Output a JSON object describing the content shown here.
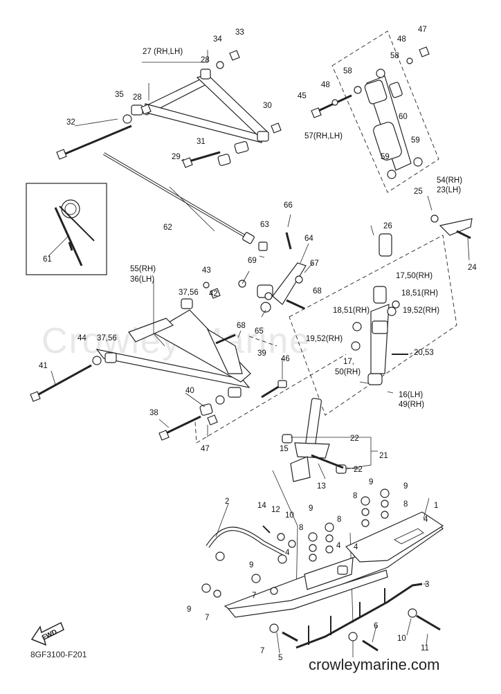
{
  "diagram": {
    "code": "8GF3100-F201",
    "website": "crowleymarine.com",
    "watermark": "Crowley Marine",
    "fwd_label": "FWD",
    "labels": {
      "l1": "1",
      "l2": "2",
      "l3": "3",
      "l4a": "4",
      "l4b": "4",
      "l4c": "4",
      "l4d": "4",
      "l5": "5",
      "l6": "6",
      "l7a": "7",
      "l7b": "7",
      "l7c": "7",
      "l8a": "8",
      "l8b": "8",
      "l8c": "8",
      "l8d": "8",
      "l9a": "9",
      "l9b": "9",
      "l9c": "9",
      "l9d": "9",
      "l9e": "9",
      "l10a": "10",
      "l10b": "10",
      "l11": "11",
      "l12": "12",
      "l13": "13",
      "l14": "14",
      "l15": "15",
      "l16": "16(LH)",
      "l49": "49(RH)",
      "l17a": "17,",
      "l50a": "50(RH)",
      "l17b": "17,50(RH)",
      "l18a": "18,51(RH)",
      "l18b": "18,51(RH)",
      "l19a": "19,52(RH)",
      "l19b": "19,52(RH)",
      "l20": "20,53",
      "l21": "21",
      "l22a": "22",
      "l22b": "22",
      "l23": "23(LH)",
      "l54": "54(RH)",
      "l24": "24",
      "l25": "25",
      "l26": "26",
      "l27": "27 (RH,LH)",
      "l28a": "28",
      "l28b": "28",
      "l29": "29",
      "l30": "30",
      "l31": "31",
      "l32": "32",
      "l33": "33",
      "l34": "34",
      "l35": "35",
      "l55": "55(RH)",
      "l36": "36(LH)",
      "l3756a": "37,56",
      "l3756b": "37,56",
      "l38": "38",
      "l39": "39",
      "l40": "40",
      "l41": "41",
      "l42": "42",
      "l43": "43",
      "l44": "44",
      "l45": "45",
      "l46": "46",
      "l47a": "47",
      "l47b": "47",
      "l48a": "48",
      "l48b": "48",
      "l57": "57(RH,LH)",
      "l58a": "58",
      "l58b": "58",
      "l59a": "59",
      "l59b": "59",
      "l60": "60",
      "l61": "61",
      "l62": "62",
      "l63": "63",
      "l64": "64",
      "l65": "65",
      "l66": "66",
      "l67": "67",
      "l68a": "68",
      "l68b": "68",
      "l69": "69"
    }
  }
}
